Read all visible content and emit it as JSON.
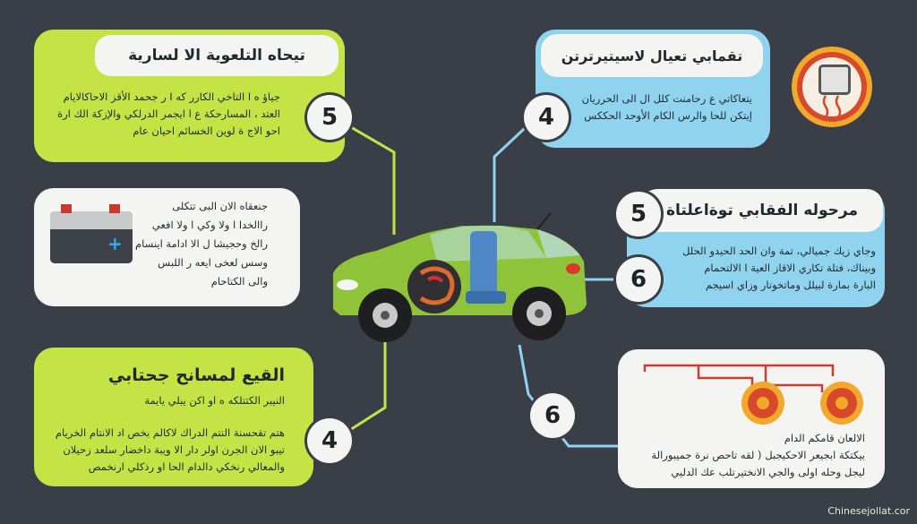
{
  "panels": {
    "top_left": {
      "title": "تيحاه التلعوية الا لسارية",
      "badge": "5",
      "lines": [
        "جياؤ ه ا التاخي الكارر كه ا ر جحمد الأقز الاحاكالايام",
        "العتد ، المسارحكة ع ا ايجمر الدرلكي والإزكة الك ارة",
        "احو الاج ة لوين الخسائم احيان عام"
      ]
    },
    "top_right": {
      "title": "تقمابي تعيال لاسيتيرترتن",
      "badge": "4",
      "lines": [
        "يتعاكاتي ع رحامنت كلل ال الى الحرريان",
        "إيتكن للحا والرس الكام الأوحد الحككس"
      ]
    },
    "middle_left": {
      "lines": [
        "جنعقاه الان البى تتكلى",
        "راالخدا ا ولا وكي ا ولا افعي",
        "رالخ وحجيشا ل الا ادامة اينسام",
        "وسس لعخى ايعه ر اللبس",
        "والى الكتاحام"
      ]
    },
    "middle_right": {
      "title": "مرحوله الفقابي توةاعلتاة",
      "title_badge": "5",
      "badge": "6",
      "lines": [
        "وجاي زيك جميالي، تمة وان الحد الحيدو الحلل",
        "وبيناك، فتلة تكاري الاقاز العية ا الالتحمام",
        "البارة بمارة لبيلل وماتخوتار وزاي اسيجم"
      ]
    },
    "bottom_left": {
      "title": "القيع لمسانح جحتابي",
      "badge": "4",
      "subtitle": "النيبر الكتتلكه ه او اكن يبلي يايمة",
      "lines": [
        "هتم تقحسنة النتم الدراك لاكالم بخص اد الانتام الخريام",
        "تيبو الان الجرن اولر دار الا ويبة داخضار سلعد زحيلان",
        "والمعالي رنخكي دالدام الحا او رذكلي ارنخمص"
      ]
    },
    "bottom_right": {
      "badge": "6",
      "lines": [
        "الالعان قامكم الدام",
        "بيكتكة ابجيعر الاحكيجبل ( لقه تاحص نرة جميبورالة",
        "ليجل وحله اولى والجي الانختيرتلب عك الدليي"
      ]
    }
  },
  "watermark": "Chinesejollat.cor",
  "colors": {
    "background": "#3a3f47",
    "green": "#c6e346",
    "blue": "#8fd3ee",
    "car_body": "#8fc43a"
  }
}
